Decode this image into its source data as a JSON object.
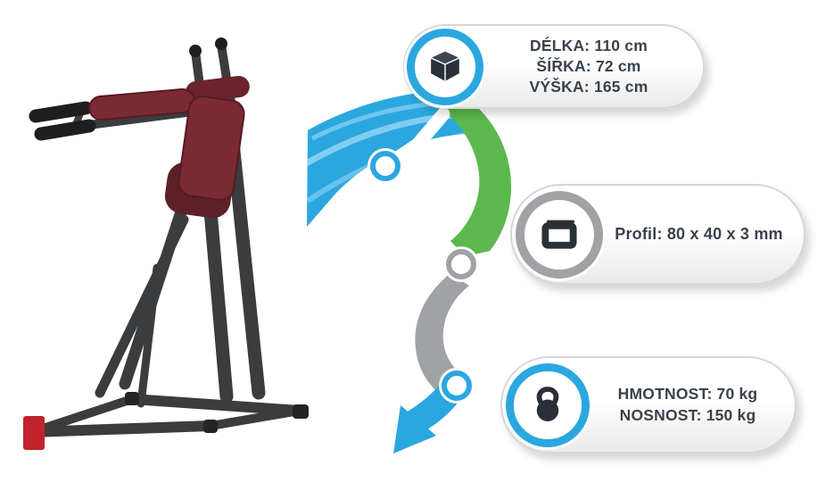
{
  "theme": {
    "blue": "#2ba7e0",
    "green": "#5cb84e",
    "gray": "#a0a2a5",
    "text": "#39424c",
    "frame": "#3b3c3e",
    "pad": "#7b2a33"
  },
  "callouts": [
    {
      "icon": "dimensions-icon",
      "lines": [
        "DÉLKA: 110 cm",
        "ŠÍŘKA: 72 cm",
        "VÝŠKA: 165 cm"
      ]
    },
    {
      "icon": "profile-icon",
      "lines": [
        "Profil: 80 x 40 x 3 mm"
      ]
    },
    {
      "icon": "weight-icon",
      "lines": [
        "HMOTNOST: 70 kg",
        "NOSNOST: 150 kg"
      ]
    }
  ]
}
